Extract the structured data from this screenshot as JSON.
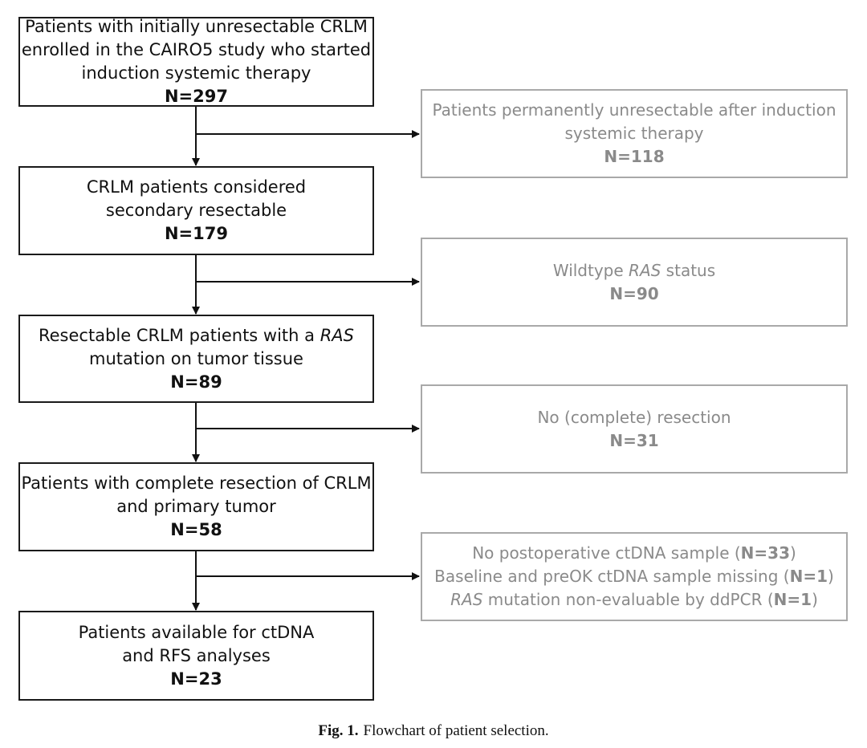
{
  "main_boxes": [
    {
      "lines": [
        "Patients with initially unresectable CRLM",
        "enrolled in the CAIRO5 study who started",
        "induction systemic therapy"
      ],
      "n": "N=297"
    },
    {
      "lines": [
        "CRLM patients considered",
        "secondary resectable"
      ],
      "n": "N=179"
    },
    {
      "lines": [
        "Resectable CRLM patients with a ",
        "mutation on tumor tissue"
      ],
      "italic": "RAS",
      "n": "N=89"
    },
    {
      "lines": [
        "Patients with complete resection of CRLM",
        "and primary tumor"
      ],
      "n": "N=58"
    },
    {
      "lines": [
        "Patients available for ctDNA",
        "and RFS analyses"
      ],
      "n": "N=23"
    }
  ],
  "side_boxes": [
    {
      "lines": [
        "Patients permanently unresectable after induction",
        "systemic therapy"
      ],
      "n": "N=118"
    },
    {
      "pre": "Wildtype ",
      "italic": "RAS",
      "post": " status",
      "n": "N=90"
    },
    {
      "lines": [
        "No (complete) resection"
      ],
      "n": "N=31"
    },
    {
      "items": [
        {
          "text": "No postoperative ctDNA sample (",
          "n": "N=33",
          "close": ")"
        },
        {
          "text": "Baseline and preOK ctDNA sample missing (",
          "n": "N=1",
          "close": ")"
        },
        {
          "italic": "RAS",
          "text": " mutation non-evaluable by ddPCR (",
          "n": "N=1",
          "close": ")"
        }
      ]
    }
  ],
  "caption": {
    "label": "Fig. 1.",
    "text": "Flowchart of patient selection."
  },
  "colors": {
    "main_border": "#1a1a1a",
    "side_border": "#a9a9a9",
    "side_text": "#8a8a8a"
  }
}
